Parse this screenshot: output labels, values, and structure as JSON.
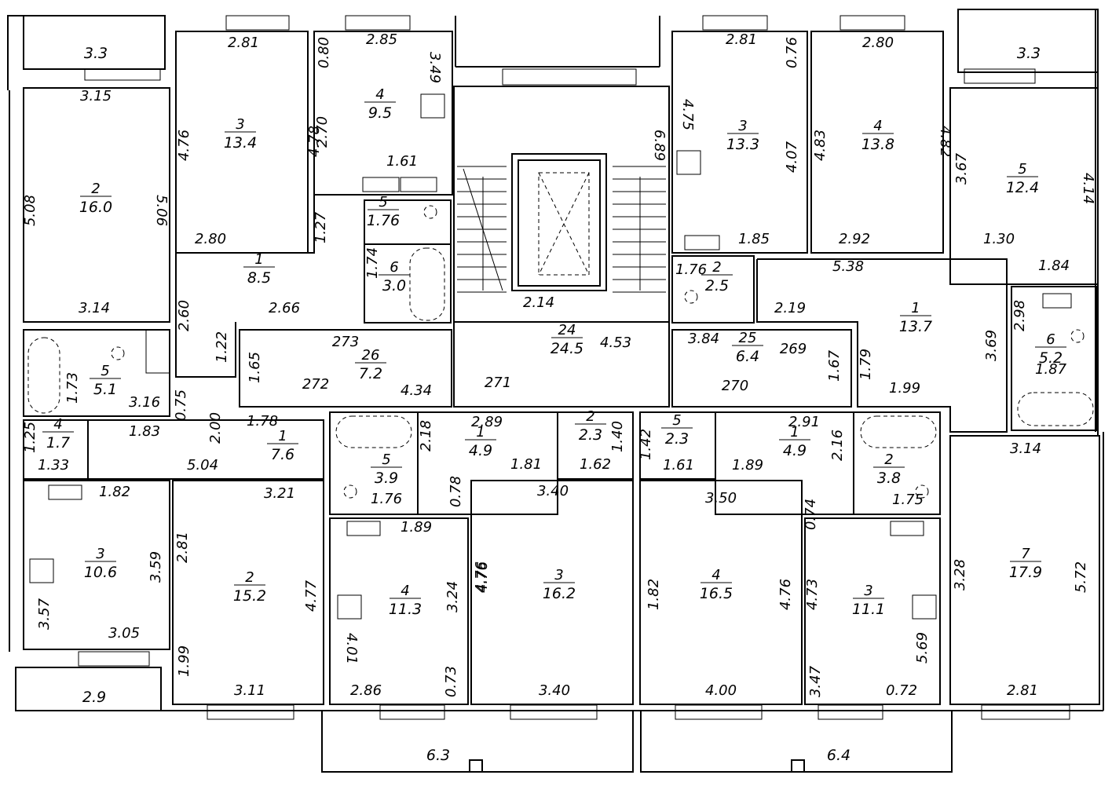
{
  "plan": {
    "title": "",
    "rooms": [
      {
        "id": "bal-tl",
        "num": "",
        "area": "3.3"
      },
      {
        "id": "a1-r2",
        "num": "2",
        "area": "16.0"
      },
      {
        "id": "a1-r3",
        "num": "3",
        "area": "13.4"
      },
      {
        "id": "a1-r4",
        "num": "4",
        "area": "9.5"
      },
      {
        "id": "a1-r5",
        "num": "5",
        "area": "1.76"
      },
      {
        "id": "a1-r6",
        "num": "6",
        "area": "3.0"
      },
      {
        "id": "a1-r1",
        "num": "1",
        "area": "8.5"
      },
      {
        "id": "a2-r5",
        "num": "5",
        "area": "5.1"
      },
      {
        "id": "a2-r4",
        "num": "4",
        "area": "1.7"
      },
      {
        "id": "a2-r1",
        "num": "1",
        "area": "7.6"
      },
      {
        "id": "a2-r3",
        "num": "3",
        "area": "10.6"
      },
      {
        "id": "a2-r2",
        "num": "2",
        "area": "15.2"
      },
      {
        "id": "bal-bl",
        "num": "",
        "area": "2.9"
      },
      {
        "id": "stair",
        "num": "24",
        "area": "24.5"
      },
      {
        "id": "corr26",
        "num": "26",
        "area": "7.2"
      },
      {
        "id": "corr25",
        "num": "25",
        "area": "6.4"
      },
      {
        "id": "a3-r5",
        "num": "5",
        "area": "3.9"
      },
      {
        "id": "a3-r1",
        "num": "1",
        "area": "4.9"
      },
      {
        "id": "a3-r2",
        "num": "2",
        "area": "2.3"
      },
      {
        "id": "a3-r4",
        "num": "4",
        "area": "11.3"
      },
      {
        "id": "a3-r3",
        "num": "3",
        "area": "16.2"
      },
      {
        "id": "a4-r5",
        "num": "5",
        "area": "2.3"
      },
      {
        "id": "a4-r1",
        "num": "1",
        "area": "4.9"
      },
      {
        "id": "a4-r2",
        "num": "2",
        "area": "3.8"
      },
      {
        "id": "a4-r4",
        "num": "4",
        "area": "16.5"
      },
      {
        "id": "a4-r3",
        "num": "3",
        "area": "11.1"
      },
      {
        "id": "a5-r3",
        "num": "3",
        "area": "13.3"
      },
      {
        "id": "a5-r4",
        "num": "4",
        "area": "13.8"
      },
      {
        "id": "a5-r5",
        "num": "5",
        "area": "12.4"
      },
      {
        "id": "a5-r2",
        "num": "2",
        "area": "2.5"
      },
      {
        "id": "a5-r1",
        "num": "1",
        "area": "13.7"
      },
      {
        "id": "a5-r6",
        "num": "6",
        "area": "5.2"
      },
      {
        "id": "a5-r7",
        "num": "7",
        "area": "17.9"
      },
      {
        "id": "bal-tr",
        "num": "",
        "area": "3.3"
      },
      {
        "id": "bal-b1",
        "num": "",
        "area": "6.3"
      },
      {
        "id": "bal-b2",
        "num": "",
        "area": "6.4"
      }
    ],
    "dimensions": [
      "3.15",
      "2.81",
      "2.85",
      "0.80",
      "3.49",
      "2.70",
      "4.76",
      "4.78",
      "5.08",
      "5.06",
      "1.61",
      "1.27",
      "2.80",
      "3.14",
      "2.60",
      "1.74",
      "2.66",
      "1.22",
      "273",
      "1.65",
      "272",
      "4.34",
      "1.73",
      "3.16",
      "0.75",
      "2.00",
      "1.78",
      "1.25",
      "1.83",
      "1.33",
      "5.04",
      "1.82",
      "3.21",
      "2.81",
      "3.59",
      "3.57",
      "3.05",
      "4.77",
      "1.99",
      "3.11",
      "6.89",
      "2.14",
      "4.53",
      "271",
      "2.18",
      "2.89",
      "1.40",
      "1.81",
      "1.62",
      "0.78",
      "3.40",
      "1.76",
      "1.89",
      "4.76",
      "3.24",
      "4.76",
      "4.01",
      "2.86",
      "0.73",
      "3.40",
      "2.81",
      "0.76",
      "4.75",
      "4.07",
      "2.80",
      "4.83",
      "4.82",
      "3.67",
      "4.14",
      "1.85",
      "2.92",
      "1.30",
      "1.76",
      "5.38",
      "1.84",
      "2.19",
      "3.84",
      "269",
      "1.67",
      "1.79",
      "3.69",
      "2.98",
      "1.87",
      "270",
      "1.99",
      "3.14",
      "1.42",
      "1.61",
      "2.91",
      "1.89",
      "2.16",
      "0.74",
      "1.75",
      "3.50",
      "1.82",
      "4.76",
      "4.73",
      "3.28",
      "5.72",
      "5.69",
      "4.00",
      "3.47",
      "0.72",
      "2.81",
      "3.14"
    ]
  }
}
